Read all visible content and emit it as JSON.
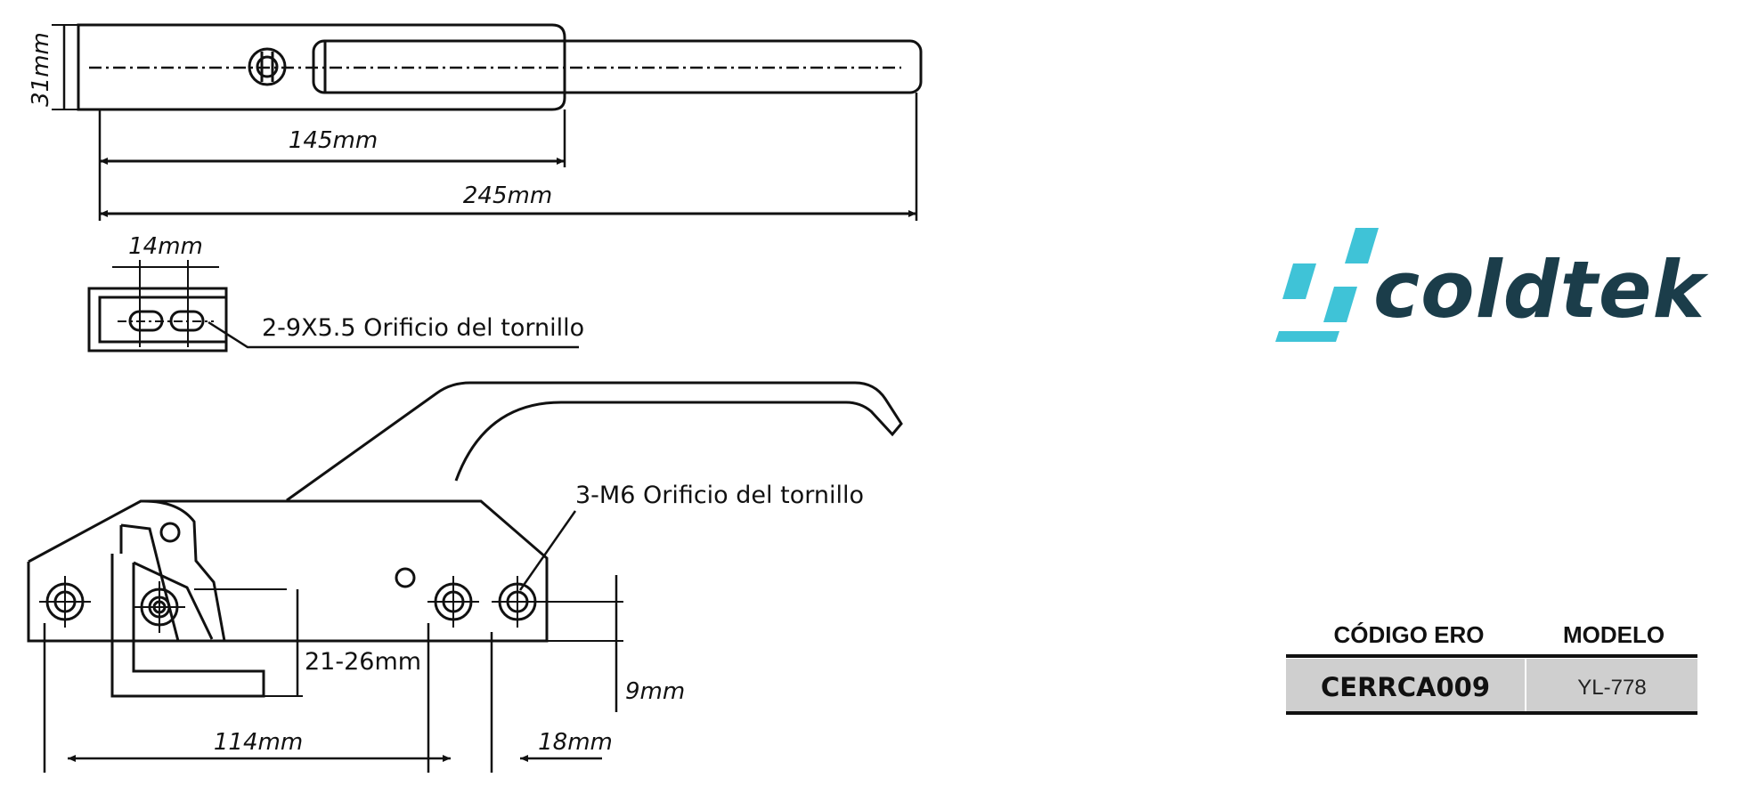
{
  "dimensions": {
    "height": "31mm",
    "inner_length": "145mm",
    "total_length": "245mm",
    "slot_spacing": "14mm",
    "clearance": "21-26mm",
    "hole_offset": "9mm",
    "base_length": "114mm",
    "hole_spacing": "18mm"
  },
  "notes": {
    "slot_holes": "2-9X5.5 Orificio del tornillo",
    "threaded_holes": "3-M6 Orificio del tornillo"
  },
  "brand": {
    "name": "coldtek",
    "text_color": "#1b3d4a",
    "accent_color": "#3fc3d7"
  },
  "spec_table": {
    "headers": [
      "CÓDIGO ERO",
      "MODELO"
    ],
    "code": "CERRCA009",
    "model": "YL-778",
    "cell_color": "#cfcfcf"
  }
}
